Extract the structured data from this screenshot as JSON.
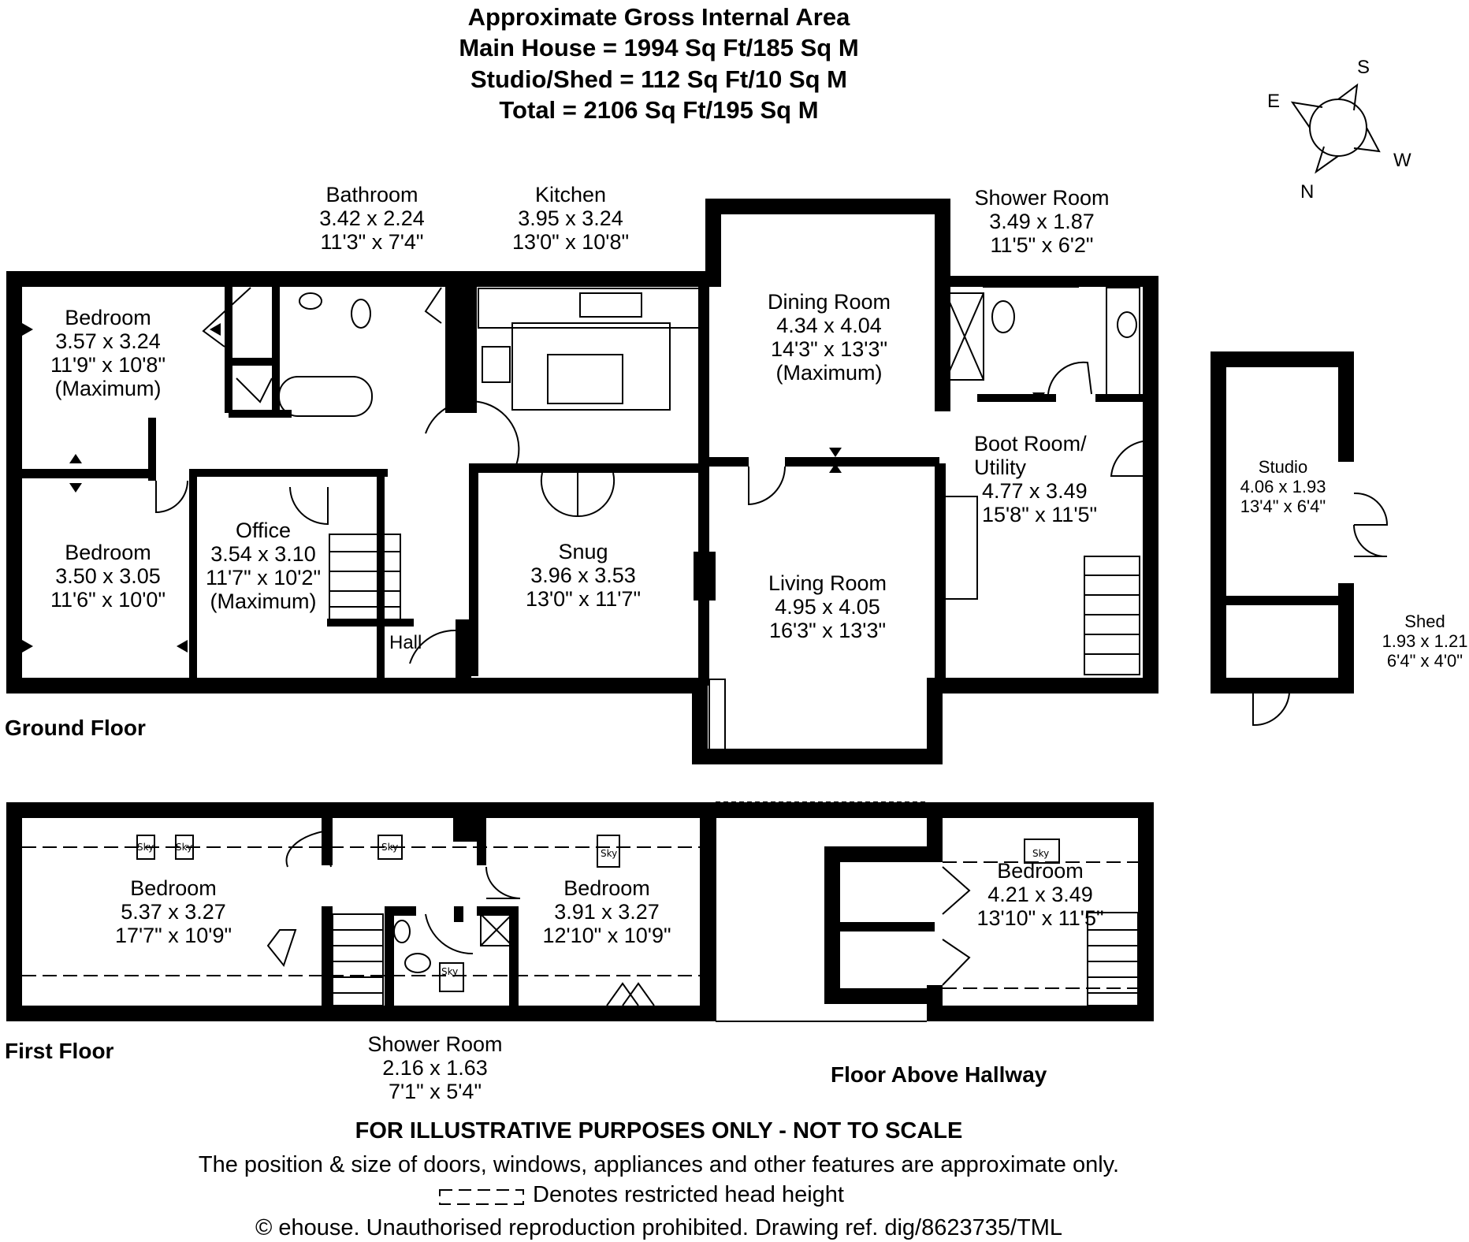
{
  "header": {
    "line1": "Approximate Gross Internal Area",
    "line2": "Main House = 1994 Sq Ft/185 Sq M",
    "line3": "Studio/Shed = 112 Sq Ft/10 Sq M",
    "line4": "Total = 2106 Sq Ft/195 Sq M"
  },
  "compass": {
    "n": "N",
    "e": "E",
    "s": "S",
    "w": "W"
  },
  "ground_floor": {
    "label": "Ground Floor",
    "rooms": [
      {
        "id": "bedroom1",
        "name": "Bedroom",
        "metric": "3.57 x 3.24",
        "imperial": "11'9\" x 10'8\"",
        "note": "(Maximum)"
      },
      {
        "id": "bedroom2",
        "name": "Bedroom",
        "metric": "3.50 x 3.05",
        "imperial": "11'6\" x 10'0\""
      },
      {
        "id": "bathroom",
        "name": "Bathroom",
        "metric": "3.42 x 2.24",
        "imperial": "11'3\" x 7'4\""
      },
      {
        "id": "office",
        "name": "Office",
        "metric": "3.54 x 3.10",
        "imperial": "11'7\" x 10'2\"",
        "note": "(Maximum)"
      },
      {
        "id": "kitchen",
        "name": "Kitchen",
        "metric": "3.95 x 3.24",
        "imperial": "13'0\" x 10'8\""
      },
      {
        "id": "snug",
        "name": "Snug",
        "metric": "3.96 x 3.53",
        "imperial": "13'0\" x 11'7\""
      },
      {
        "id": "dining",
        "name": "Dining Room",
        "metric": "4.34 x 4.04",
        "imperial": "14'3\" x 13'3\"",
        "note": "(Maximum)"
      },
      {
        "id": "living",
        "name": "Living Room",
        "metric": "4.95 x 4.05",
        "imperial": "16'3\" x 13'3\""
      },
      {
        "id": "shower",
        "name": "Shower Room",
        "metric": "3.49 x 1.87",
        "imperial": "11'5\" x 6'2\""
      },
      {
        "id": "boot",
        "name": "Boot Room/",
        "name2": "Utility",
        "metric": "4.77 x 3.49",
        "imperial": "15'8\" x 11'5\""
      },
      {
        "id": "hall",
        "name": "Hall"
      }
    ]
  },
  "outbuilding": {
    "studio": {
      "name": "Studio",
      "metric": "4.06 x 1.93",
      "imperial": "13'4\" x 6'4\""
    },
    "shed": {
      "name": "Shed",
      "metric": "1.93 x 1.21",
      "imperial": "6'4\" x 4'0\""
    }
  },
  "first_floor": {
    "label": "First Floor",
    "rooms": [
      {
        "id": "ff_bed1",
        "name": "Bedroom",
        "metric": "5.37 x 3.27",
        "imperial": "17'7\" x 10'9\""
      },
      {
        "id": "ff_bed2",
        "name": "Bedroom",
        "metric": "3.91 x 3.27",
        "imperial": "12'10\" x 10'9\""
      },
      {
        "id": "ff_shower",
        "name": "Shower Room",
        "metric": "2.16 x 1.63",
        "imperial": "7'1\" x 5'4\""
      }
    ],
    "sky": "Sky"
  },
  "floor_above_hallway": {
    "label": "Floor Above Hallway",
    "bedroom": {
      "name": "Bedroom",
      "metric": "4.21 x 3.49",
      "imperial": "13'10\" x 11'5\""
    }
  },
  "footer": {
    "disclaimer1": "FOR ILLUSTRATIVE PURPOSES ONLY - NOT TO SCALE",
    "disclaimer2": "The position & size of doors, windows, appliances and other features are approximate only.",
    "legend": "Denotes restricted head height",
    "copyright": "© ehouse. Unauthorised reproduction prohibited. Drawing ref. dig/8623735/TML"
  }
}
